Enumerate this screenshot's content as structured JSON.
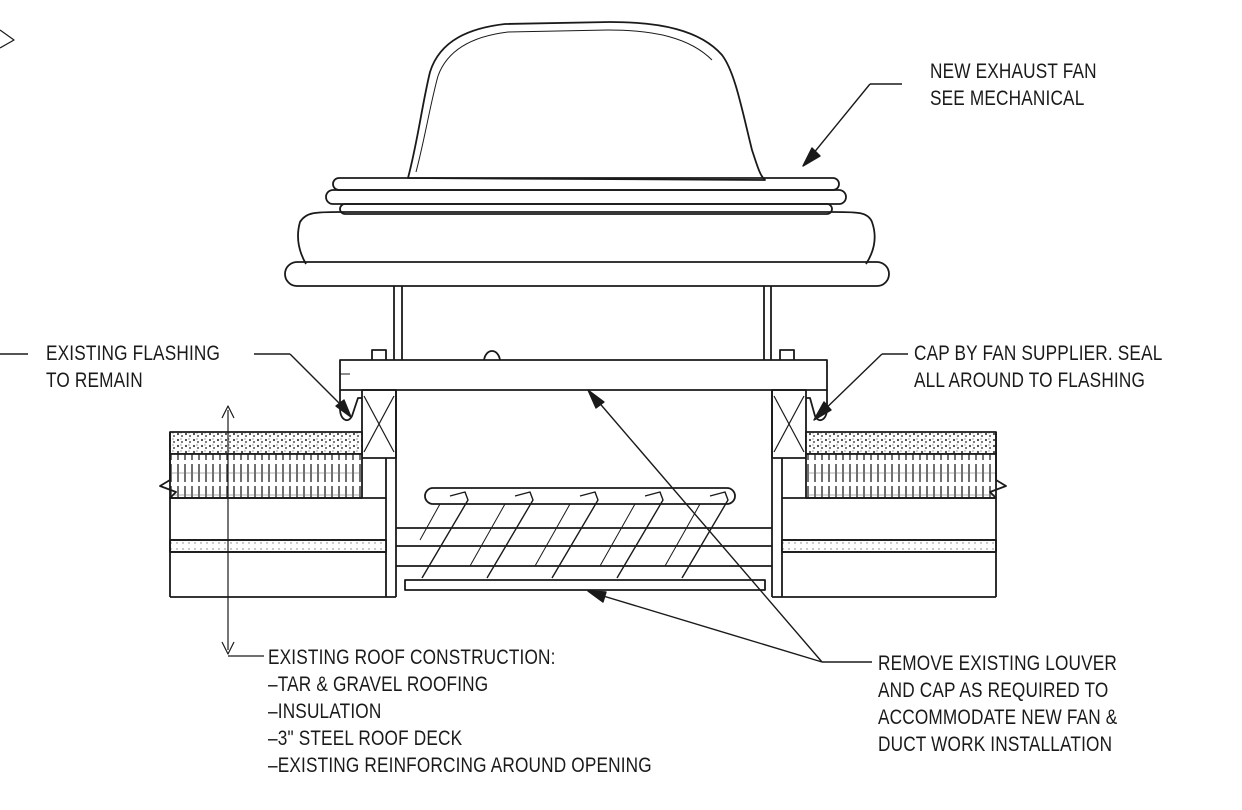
{
  "callouts": {
    "new_exhaust_fan": {
      "lines": [
        "NEW EXHAUST FAN",
        "SEE MECHANICAL"
      ]
    },
    "existing_flashing": {
      "lines": [
        "EXISTING FLASHING",
        "TO REMAIN"
      ]
    },
    "cap_by_fan_supplier": {
      "lines": [
        "CAP BY FAN SUPPLIER. SEAL",
        "ALL AROUND TO FLASHING"
      ]
    },
    "remove_existing_louver": {
      "lines": [
        "REMOVE EXISTING LOUVER",
        "AND CAP AS REQUIRED TO",
        "ACCOMMODATE NEW FAN &",
        "DUCT WORK INSTALLATION"
      ]
    },
    "existing_roof_construction": {
      "lines": [
        "EXISTING ROOF CONSTRUCTION:",
        "–TAR & GRAVEL ROOFING",
        "–INSULATION",
        "–3\" STEEL ROOF DECK",
        "–EXISTING REINFORCING AROUND OPENING"
      ]
    }
  },
  "colors": {
    "line": "#1a1a1a",
    "hatch": "#555555",
    "paper": "#ffffff"
  }
}
